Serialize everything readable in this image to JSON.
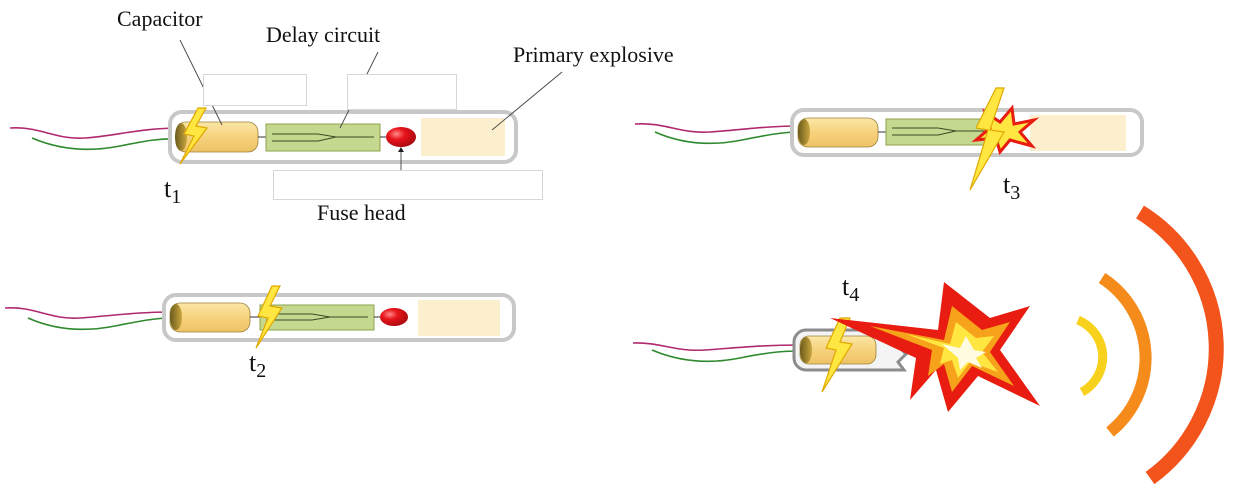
{
  "labels": {
    "capacitor": "Capacitor",
    "delay_circuit": "Delay circuit",
    "primary_explosive": "Primary explosive",
    "fuse_head": "Fuse head"
  },
  "time_marks": {
    "t1": {
      "base": "t",
      "sub": "1"
    },
    "t2": {
      "base": "t",
      "sub": "2"
    },
    "t3": {
      "base": "t",
      "sub": "3"
    },
    "t4": {
      "base": "t",
      "sub": "4"
    }
  },
  "colors": {
    "tube_outline": "#c8c8c8",
    "capacitor_fill": "#f8d989",
    "delay_fill": "#c5d88f",
    "fuse_head": "#e8141b",
    "explosive_fill": "#fcefcd",
    "wire_red": "#b0286d",
    "wire_green": "#2f8a2f",
    "spark": "#ffe640",
    "blast_red": "#e81c10",
    "blast_orange": "#f7a21b",
    "wave_yellow": "#f7d11c",
    "wave_orange": "#f58b1a",
    "wave_red": "#f2541b"
  }
}
